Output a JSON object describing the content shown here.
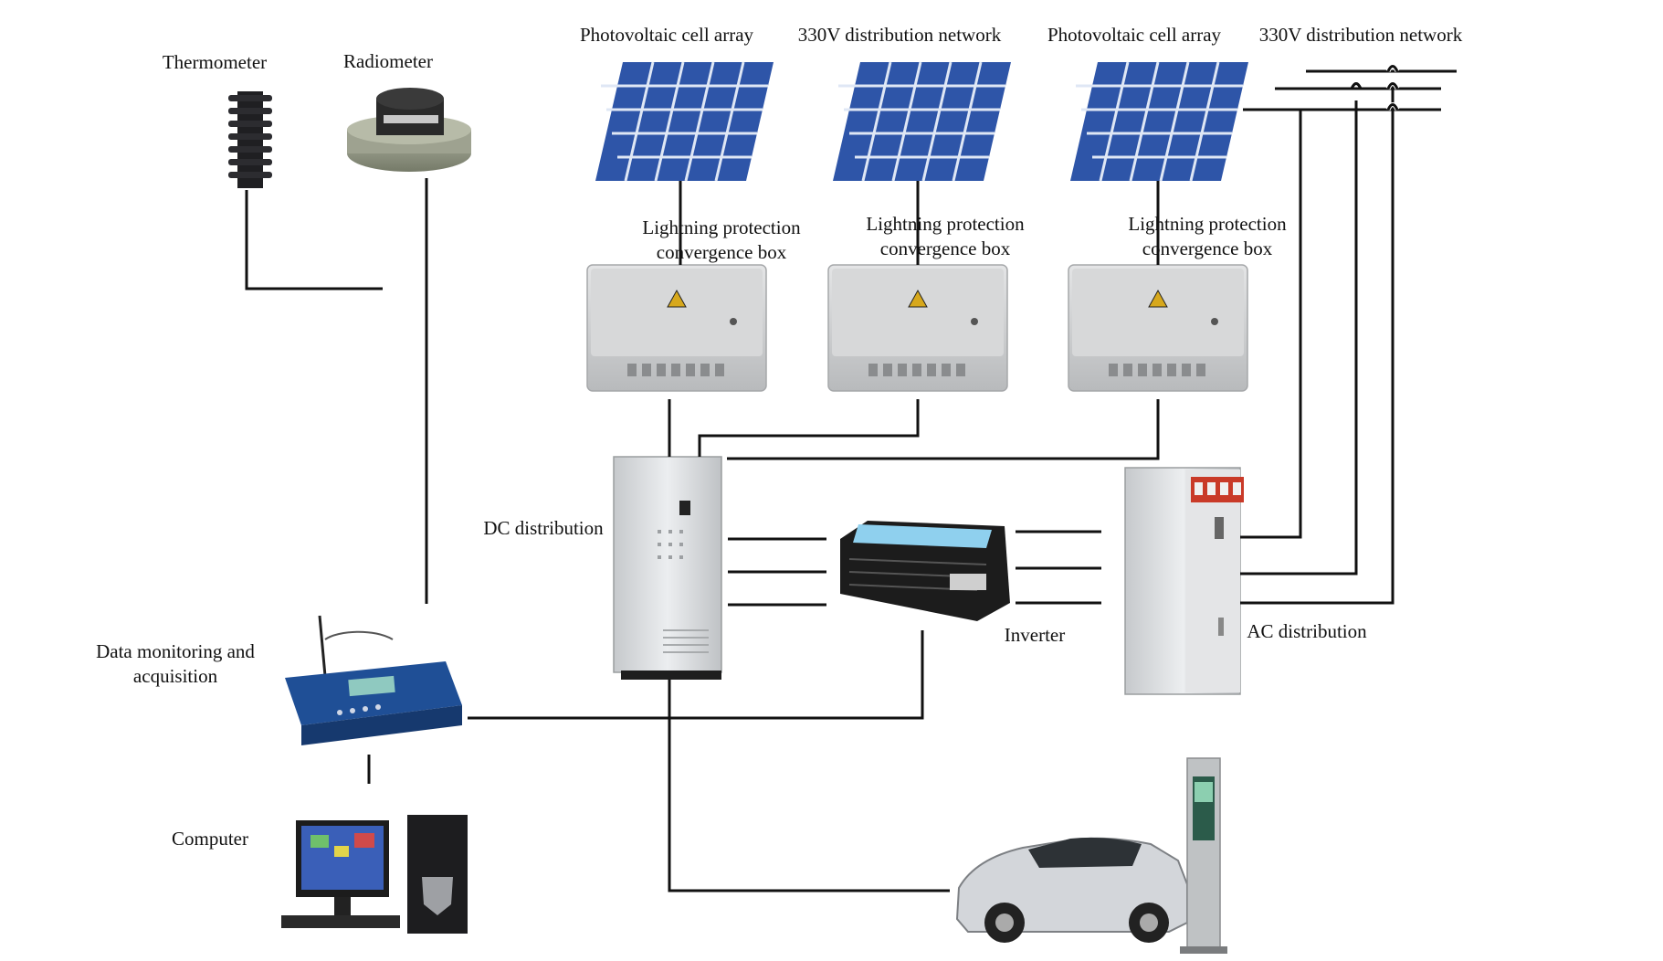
{
  "labels": {
    "thermometer": "Thermometer",
    "radiometer": "Radiometer",
    "pv_array_1": "Photovoltaic cell array",
    "network_1": "330V distribution network",
    "pv_array_2": "Photovoltaic cell array",
    "network_2": "330V distribution network",
    "lpb_1": "Lightning protection convergence box",
    "lpb_2": "Lightning protection convergence box",
    "lpb_3": "Lightning protection convergence box",
    "dc_distribution": "DC distribution",
    "inverter": "Inverter",
    "ac_distribution": "AC distribution",
    "data_monitoring": "Data monitoring and acquisition",
    "computer": "Computer"
  },
  "colors": {
    "panel_cell": "#2e55a8",
    "panel_grid": "#dfe7f5",
    "cabinet": "#d9dcdf",
    "box": "#cfd1d3",
    "inverter_body": "#1c1c1c",
    "logger_body": "#1f4f96",
    "wire": "#111111"
  },
  "icons": [
    "thermometer-icon",
    "radiometer-icon",
    "solar-panel-icon",
    "convergence-box-icon",
    "dc-cabinet-icon",
    "inverter-icon",
    "ac-cabinet-icon",
    "data-logger-icon",
    "computer-icon",
    "electric-car-icon",
    "charging-pile-icon"
  ]
}
